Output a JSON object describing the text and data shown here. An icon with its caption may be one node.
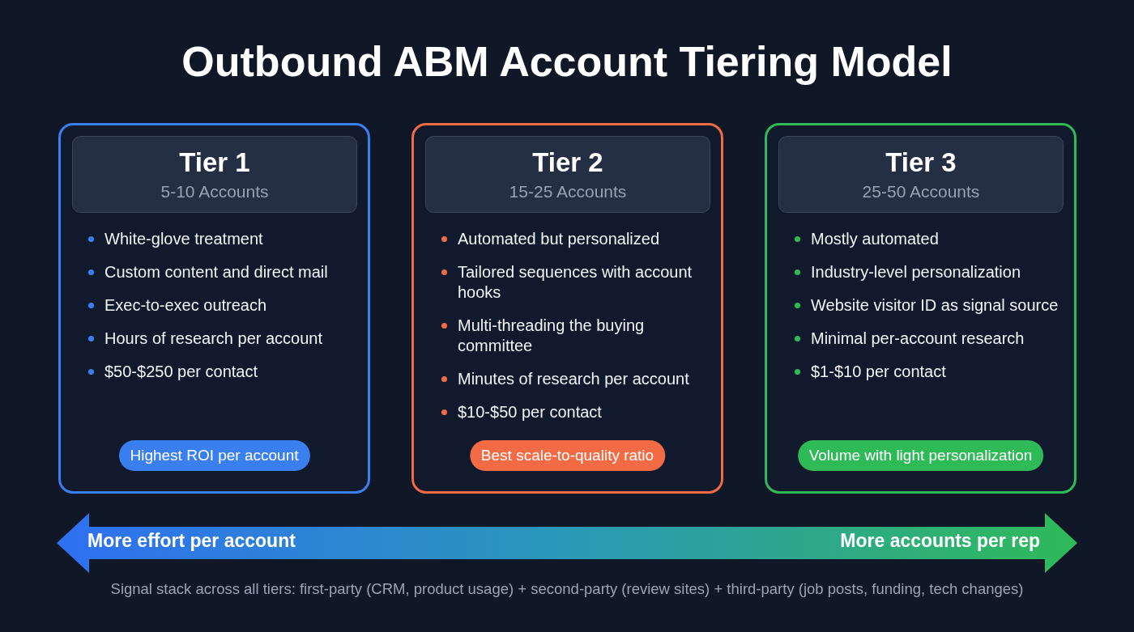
{
  "diagram": {
    "title": "Outbound ABM Account Tiering Model",
    "caption": "Signal stack across all tiers: first-party (CRM, product usage) + second-party (review sites) + third-party (job posts, funding, tech changes)",
    "nodes": [
      {
        "text": [
          "White-glove treatment",
          "Custom content and direct mail",
          "Exec-to-exec outreach",
          "Hours of research per account",
          "$50-$250 per contact"
        ]
      },
      {
        "text": [
          "Tier 1",
          "5-10 Accounts"
        ],
        "in": 0
      },
      {
        "text": [
          "Highest ROI per account"
        ],
        "in": 0
      },
      {
        "text": [
          "Automated but personalized",
          "Tailored sequences with account hooks",
          "Multi-threading the buying committee",
          "Minutes of research per account",
          "$10-$50 per contact"
        ]
      },
      {
        "text": [
          "Tier 2",
          "15-25 Accounts"
        ],
        "in": 3
      },
      {
        "text": [
          "Best scale-to-quality ratio"
        ],
        "in": 3
      },
      {
        "text": [
          "Mostly automated",
          "Industry-level personalization",
          "Website visitor ID as signal source",
          "Minimal per-account research",
          "$1-$10 per contact"
        ]
      },
      {
        "text": [
          "Tier 3",
          "25-50 Accounts"
        ],
        "in": 6
      },
      {
        "text": [
          "Volume with light personalization"
        ],
        "in": 6
      },
      {
        "text": [
          "More effort per account",
          "More accounts per rep"
        ]
      }
    ],
    "edges": []
  }
}
